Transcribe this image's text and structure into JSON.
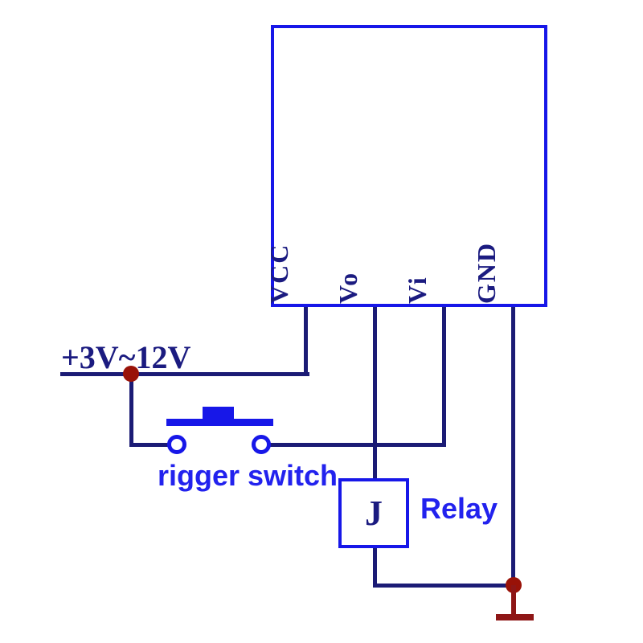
{
  "diagram": {
    "type": "circuit-schematic",
    "module": {
      "pins": [
        {
          "label": "VCC"
        },
        {
          "label": "Vo"
        },
        {
          "label": "Vi"
        },
        {
          "label": "GND"
        }
      ]
    },
    "supply": {
      "label": "+3V~12V"
    },
    "switch": {
      "label": "rigger switch"
    },
    "relay": {
      "symbol": "J",
      "label": "Relay"
    }
  },
  "colors": {
    "wire": "#1b1b75",
    "component": "#1717e8",
    "text_serif": "#1b1b80",
    "text_sans": "#2222ee",
    "junction": "#991208",
    "ground": "#8e1616",
    "background": "#ffffff"
  }
}
